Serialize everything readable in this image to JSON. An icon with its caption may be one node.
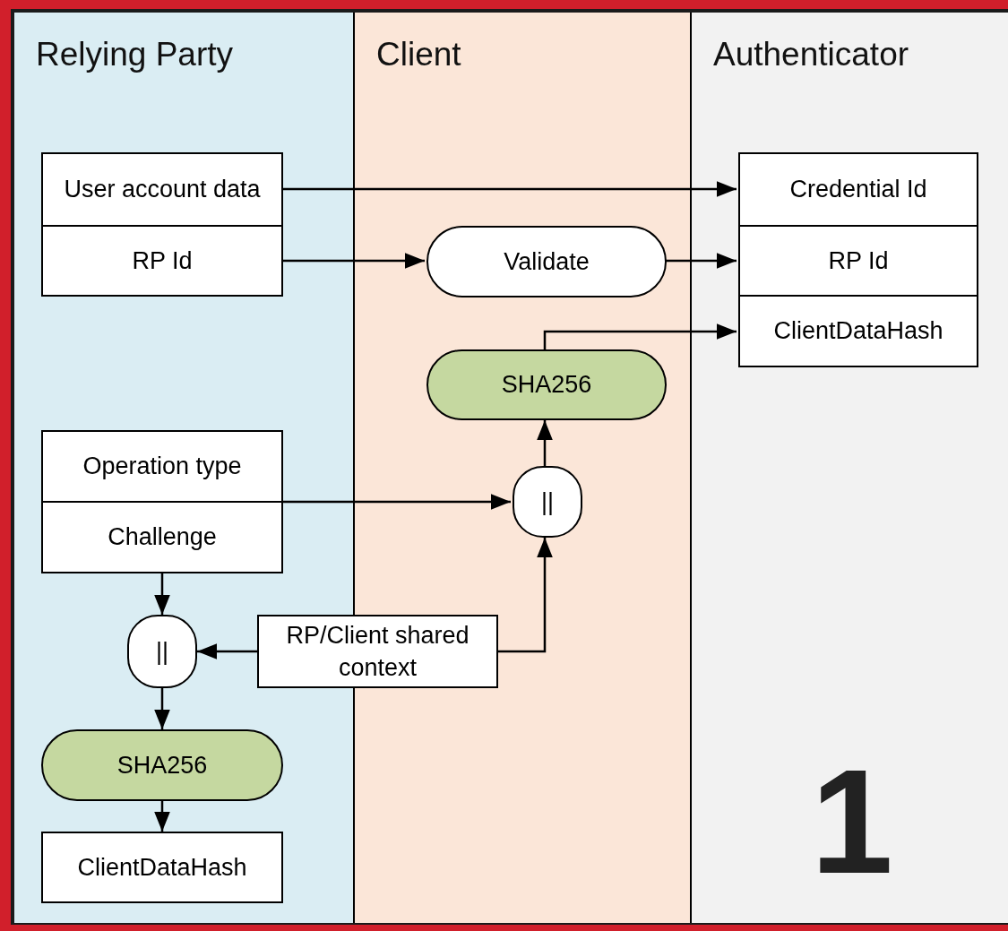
{
  "diagram": {
    "nodes": [
      {
        "text": [
          "Relying Party"
        ]
      },
      {
        "text": [
          "Client"
        ]
      },
      {
        "text": [
          "Authenticator"
        ]
      },
      {
        "text": [
          "User account data"
        ],
        "in": 0
      },
      {
        "text": [
          "RP Id"
        ],
        "in": 0
      },
      {
        "text": [
          "Validate"
        ],
        "in": 1
      },
      {
        "text": [
          "Credential Id"
        ],
        "in": 2
      },
      {
        "text": [
          "RP Id"
        ],
        "in": 2
      },
      {
        "text": [
          "ClientDataHash"
        ],
        "in": 2
      },
      {
        "text": [
          "SHA256"
        ],
        "in": 1
      },
      {
        "text": [
          "Operation type"
        ],
        "in": 0
      },
      {
        "text": [
          "Challenge"
        ],
        "in": 0
      },
      {
        "text": [
          "||"
        ],
        "in": 1
      },
      {
        "text": [
          "RP/Client shared context"
        ]
      },
      {
        "text": [
          "||"
        ],
        "in": 0
      },
      {
        "text": [
          "SHA256"
        ],
        "in": 0
      },
      {
        "text": [
          "ClientDataHash"
        ],
        "in": 0
      }
    ],
    "edges": [
      {
        "from": 3,
        "to": 6,
        "arrow": "to"
      },
      {
        "from": 4,
        "to": 5,
        "arrow": "to"
      },
      {
        "from": 5,
        "to": 7,
        "arrow": "to"
      },
      {
        "from": 9,
        "to": 8,
        "arrow": "to"
      },
      {
        "from": 12,
        "to": 9,
        "arrow": "to"
      },
      {
        "from": 10,
        "to": 12,
        "arrow": "to"
      },
      {
        "from": 13,
        "to": 12,
        "arrow": "to"
      },
      {
        "from": 13,
        "to": 14,
        "arrow": "to"
      },
      {
        "from": 11,
        "to": 14,
        "arrow": "to"
      },
      {
        "from": 14,
        "to": 15,
        "arrow": "to"
      },
      {
        "from": 15,
        "to": 16,
        "arrow": "to"
      }
    ],
    "labels": [
      "1"
    ]
  }
}
